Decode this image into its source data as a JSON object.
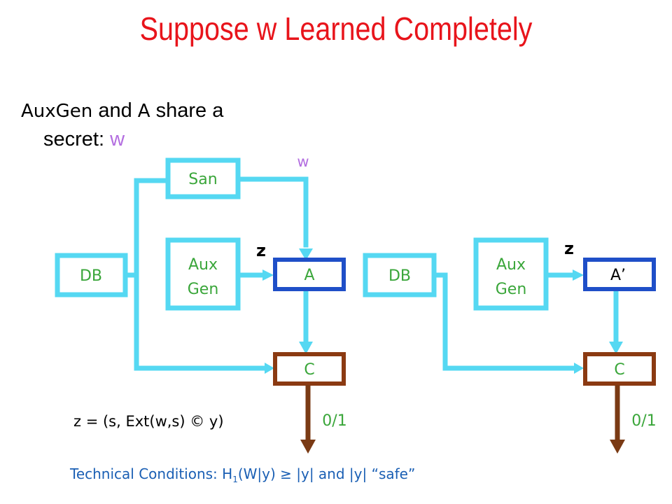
{
  "title": {
    "pre": "Suppose ",
    "w": "w",
    "post": " Learned Completely"
  },
  "intro": {
    "auxgen": "AuxGen",
    "and": " and ",
    "a": "A",
    "share": " share a",
    "secret": "secret: ",
    "w": "w"
  },
  "left": {
    "db": "DB",
    "san": "San",
    "aux1": "Aux",
    "aux2": "Gen",
    "a": "A",
    "c": "C",
    "w_label": "w",
    "z_label": "z",
    "out": "0/1"
  },
  "right": {
    "db": "DB",
    "aux1": "Aux",
    "aux2": "Gen",
    "a": "A’",
    "c": "C",
    "z_label": "z",
    "out": "0/1"
  },
  "z_eq": "z = (s, Ext(w,s) © y)",
  "tech": {
    "pre": "Technical Conditions: H",
    "sub": "1",
    "post": "(W|y) ≥ |y| and |y| “safe”"
  },
  "colors": {
    "title": "#e8141b",
    "cyan": "#55d8f2",
    "green_text": "#3aa63a",
    "a_border": "#1f4fc8",
    "c_border": "#8b3a12",
    "arrow": "#7a3a14",
    "w_purple": "#b36ee0",
    "tech_blue": "#1a5fb4"
  }
}
